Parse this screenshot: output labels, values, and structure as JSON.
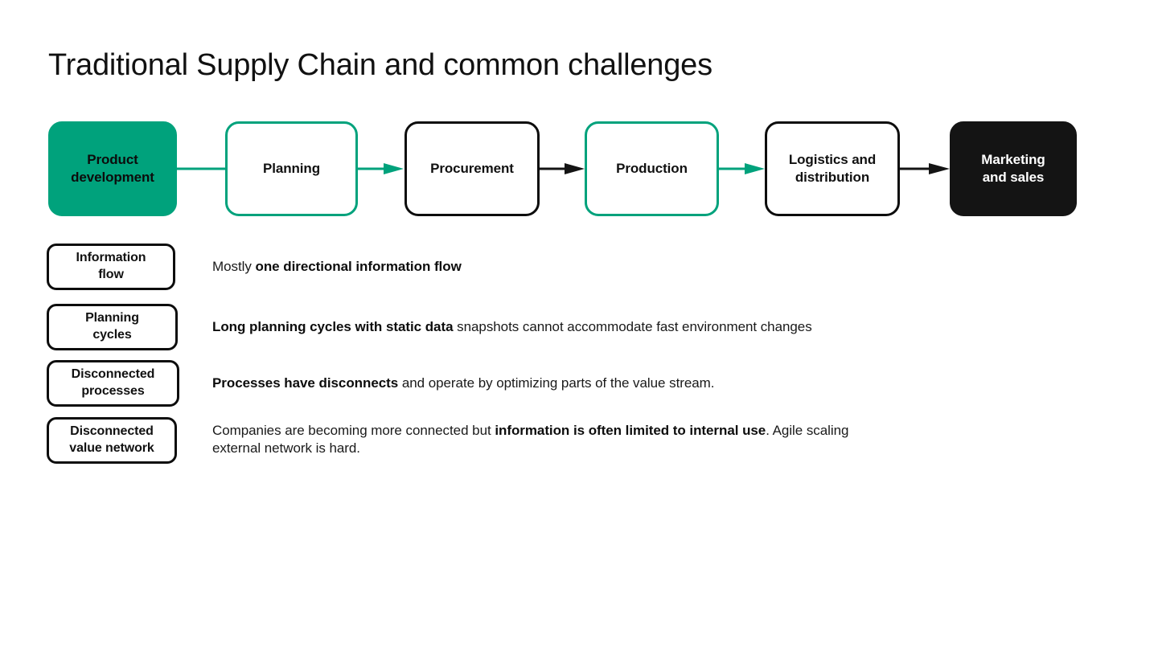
{
  "slide": {
    "title": "Traditional Supply Chain and common challenges",
    "background_color": "#ffffff",
    "accent_color": "#00A27C",
    "dark_color": "#141414"
  },
  "process_chain": {
    "nodes": [
      {
        "label": "Product development",
        "line1": "Product",
        "line2": "development",
        "style": "filled-green"
      },
      {
        "label": "Planning",
        "line1": "Planning",
        "line2": "",
        "style": "outline-green"
      },
      {
        "label": "Procurement",
        "line1": "Procurement",
        "line2": "",
        "style": "outline-black"
      },
      {
        "label": "Production",
        "line1": "Production",
        "line2": "",
        "style": "outline-green"
      },
      {
        "label": "Logistics and distribution",
        "line1": "Logistics and",
        "line2": "distribution",
        "style": "outline-black"
      },
      {
        "label": "Marketing and sales",
        "line1": "Marketing",
        "line2": "and sales",
        "style": "filled-black"
      }
    ],
    "connectors": [
      {
        "from": "Product development",
        "to": "Planning",
        "color": "#00A27C"
      },
      {
        "from": "Planning",
        "to": "Procurement",
        "color": "#00A27C"
      },
      {
        "from": "Procurement",
        "to": "Production",
        "color": "#141414"
      },
      {
        "from": "Production",
        "to": "Logistics and distribution",
        "color": "#00A27C"
      },
      {
        "from": "Logistics and distribution",
        "to": "Marketing and sales",
        "color": "#141414"
      }
    ]
  },
  "challenges": [
    {
      "chip_line1": "Information",
      "chip_line2": "flow",
      "desc_pre": "Mostly ",
      "desc_bold": "one directional information flow",
      "desc_post": ""
    },
    {
      "chip_line1": "Planning",
      "chip_line2": "cycles",
      "desc_pre": "",
      "desc_bold": "Long planning cycles with static data",
      "desc_post": " snapshots cannot accommodate fast environment changes"
    },
    {
      "chip_line1": "Disconnected",
      "chip_line2": "processes",
      "desc_pre": "",
      "desc_bold": "Processes have disconnects",
      "desc_post": " and operate by optimizing parts of the value stream."
    },
    {
      "chip_line1": "Disconnected",
      "chip_line2": "value network",
      "desc_pre": "Companies are becoming more connected but ",
      "desc_bold": "information is often limited to internal use",
      "desc_post": ". Agile scaling external network is hard."
    }
  ]
}
